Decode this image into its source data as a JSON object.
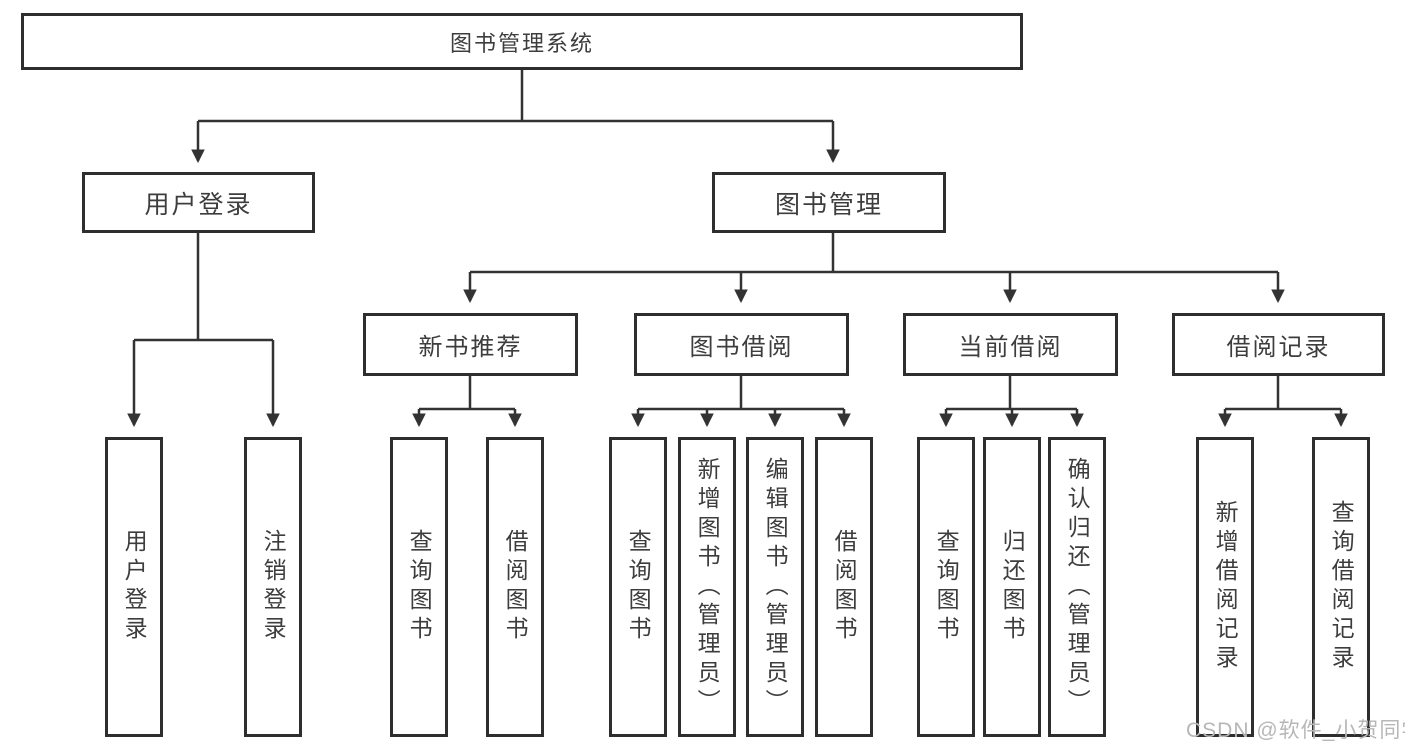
{
  "diagram": {
    "root": {
      "label": "图书管理系统"
    },
    "branches": [
      {
        "label": "用户登录",
        "leaves": [
          {
            "label": "用户登录"
          },
          {
            "label": "注销登录"
          }
        ]
      },
      {
        "label": "图书管理",
        "groups": [
          {
            "label": "新书推荐",
            "leaves": [
              {
                "label": "查询图书"
              },
              {
                "label": "借阅图书"
              }
            ]
          },
          {
            "label": "图书借阅",
            "leaves": [
              {
                "label": "查询图书"
              },
              {
                "label": "新增图书（管理员）"
              },
              {
                "label": "编辑图书（管理员）"
              },
              {
                "label": "借阅图书"
              }
            ]
          },
          {
            "label": "当前借阅",
            "leaves": [
              {
                "label": "查询图书"
              },
              {
                "label": "归还图书"
              },
              {
                "label": "确认归还（管理员）"
              }
            ]
          },
          {
            "label": "借阅记录",
            "leaves": [
              {
                "label": "新增借阅记录"
              },
              {
                "label": "查询借阅记录"
              }
            ]
          }
        ]
      }
    ],
    "watermark": "CSDN @软件_小贺同学",
    "colors": {
      "line": "#333333",
      "box_border": "#2e2e2e",
      "text": "#3d3d3d",
      "watermark": "#b7b7b7",
      "background": "#ffffff"
    }
  }
}
